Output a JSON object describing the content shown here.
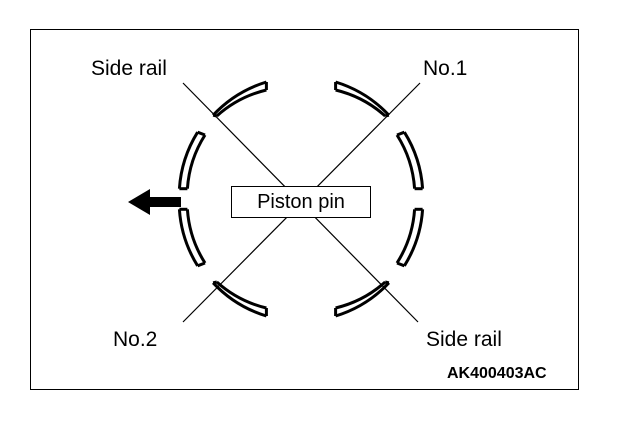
{
  "labels": {
    "top_left": "Side rail",
    "top_right": "No.1",
    "bottom_left": "No.2",
    "bottom_right": "Side rail",
    "center": "Piston pin"
  },
  "figure_code": "AK400403AC",
  "icons": {
    "direction": "arrow-left-icon"
  }
}
